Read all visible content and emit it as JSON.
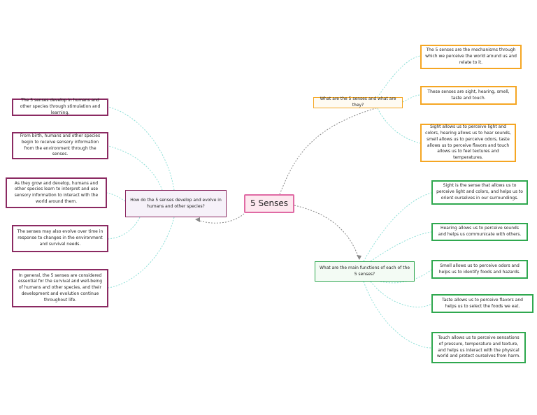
{
  "central": {
    "label": "5 Senses"
  },
  "branches": {
    "what": {
      "title": "What are the 5 senses and what are they?",
      "color": "#f5a623",
      "details": [
        "The 5 senses are the mechanisms through which we perceive the world around us and relate to it.",
        "These senses are sight, hearing, smell, taste and touch.",
        "Sight allows us to perceive light and colors, hearing allows us to hear sounds, smell allows us to perceive odors, taste allows us to perceive flavors and touch allows us to feel textures and temperatures."
      ]
    },
    "functions": {
      "title": "What are the main functions of each of the 5 senses?",
      "color": "#2fa84f",
      "details": [
        "Sight is the sense that allows us to perceive light and colors, and helps us to orient ourselves in our surroundings.",
        "Hearing allows us to perceive sounds and helps us communicate with others.",
        "Smell allows us to perceive odors and helps us to identify foods and hazards.",
        "Taste allows us to perceive flavors and helps us to select the foods we eat.",
        "Touch allows us to perceive sensations of pressure, temperature and texture, and helps us interact with the physical world and protect ourselves from harm."
      ]
    },
    "develop": {
      "title": "How do the 5 senses develop and evolve in humans and other species?",
      "color": "#8b2a62",
      "details": [
        "The 5 senses develop in humans and other species through stimulation and learning.",
        "From birth, humans and other species begin to receive sensory information from the environment through the senses.",
        "As they grow and develop, humans and other species learn to interpret and use sensory information to interact with the world around them.",
        "The senses may also evolve over time in response to changes in the environment and survival needs.",
        "In general, the 5 senses are considered essential for the survival and well-being of humans and other species, and their development and evolution continue throughout life."
      ]
    }
  }
}
